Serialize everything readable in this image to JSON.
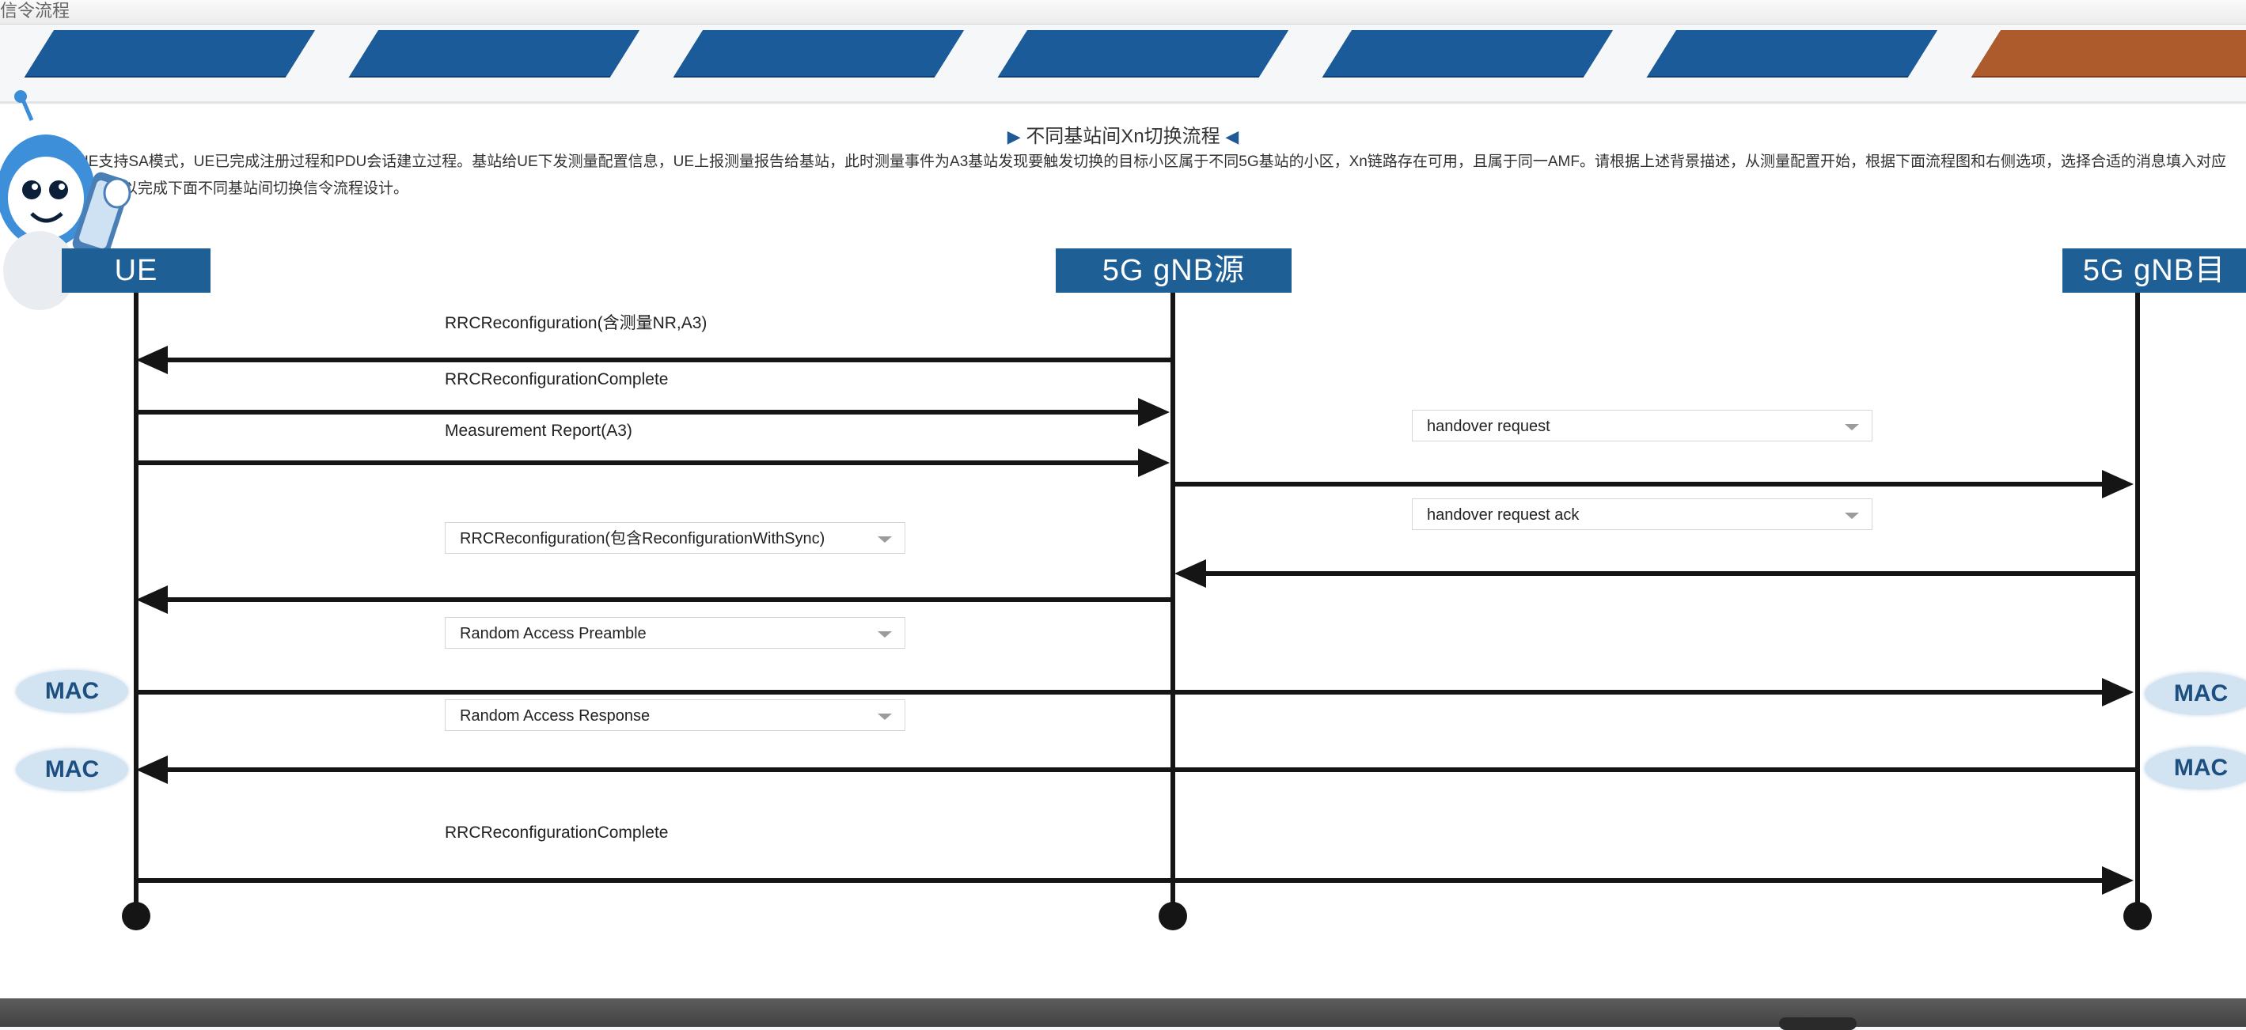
{
  "header": {
    "breadcrumb": "信令流程",
    "steps": [
      {
        "id": "s1",
        "active": false
      },
      {
        "id": "s2",
        "active": false
      },
      {
        "id": "s3",
        "active": false
      },
      {
        "id": "s4",
        "active": false
      },
      {
        "id": "s5",
        "active": false
      },
      {
        "id": "s6",
        "active": false
      },
      {
        "id": "s7",
        "active": true
      }
    ],
    "colors": {
      "step": "#1b5b9a",
      "step_active": "#ad5a2d"
    }
  },
  "page": {
    "title": "不同基站间Xn切换流程",
    "description": "UE支持SA模式，UE已完成注册过程和PDU会话建立过程。基站给UE下发测量配置信息，UE上报测量报告给基站，此时测量事件为A3基站发现要触发切换的目标小区属于不同5G基站的小区，Xn链路存在可用，且属于同一AMF。请根据上述背景描述，从测量配置开始，根据下面流程图和右侧选项，选择合适的消息填入对应框内，以完成下面不同基站间切换信令流程设计。",
    "mascot_icon": "robot-mascot-icon"
  },
  "entities": {
    "ue": "UE",
    "source": "5G gNB源",
    "target": "5G gNB目"
  },
  "messages": {
    "m1": "RRCReconfiguration(含测量NR,A3)",
    "m2": "RRCReconfigurationComplete",
    "m3": "Measurement Report(A3)",
    "m9": "RRCReconfigurationComplete"
  },
  "selects": {
    "handover_request": "handover request",
    "handover_request_ack": "handover request ack",
    "rrc_reconfig_sync": "RRCReconfiguration(包含ReconfigurationWithSync)",
    "random_access_preamble": "Random Access Preamble",
    "random_access_response": "Random Access Response"
  },
  "mac_labels": {
    "left_1": "MAC",
    "right_1": "MAC",
    "left_2": "MAC",
    "right_2": "MAC"
  },
  "colors": {
    "entity_bg": "#1e5f96",
    "mac_bg": "#d2e3f2",
    "line": "#151515"
  }
}
